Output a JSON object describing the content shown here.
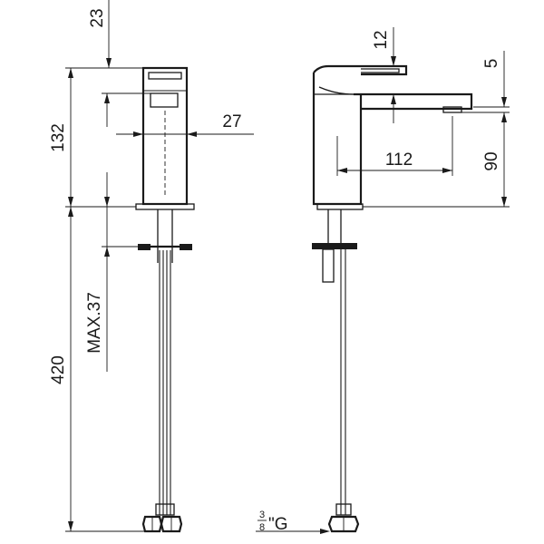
{
  "dimensions": {
    "top_offset": "23",
    "body_height": "132",
    "body_width": "27",
    "lever_thickness": "12",
    "spout_reach": "112",
    "spout_drop": "5",
    "outlet_height": "90",
    "hose_length": "420",
    "max_counter_thickness": "MAX.37"
  },
  "connection": {
    "numerator": "3",
    "denominator": "8",
    "suffix": "\"G"
  }
}
